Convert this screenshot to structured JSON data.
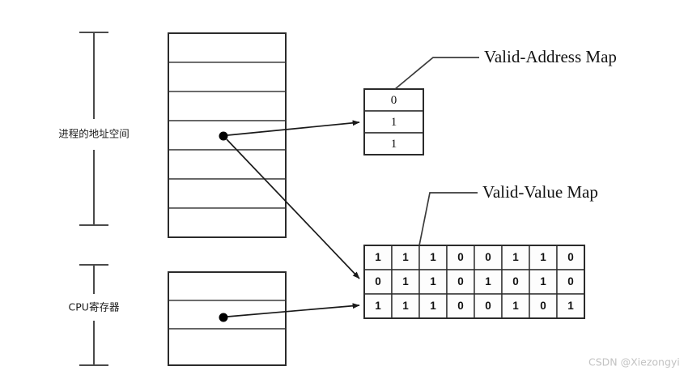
{
  "diagram": {
    "title_labels": {
      "valid_address_map": "Valid-Address Map",
      "valid_value_map": "Valid-Value Map"
    },
    "region_labels": {
      "address_space": "进程的地址空间",
      "cpu_registers": "CPU寄存器"
    },
    "address_space_block": {
      "row_count": 7,
      "marked_row_index": 3
    },
    "cpu_register_block": {
      "row_count": 3,
      "marked_row_index": 1
    },
    "valid_address_map": {
      "rows": [
        "0",
        "1",
        "1"
      ],
      "arrow_target_row_index": 1
    },
    "valid_value_map": {
      "columns": 8,
      "rows": [
        [
          "1",
          "1",
          "1",
          "0",
          "0",
          "1",
          "1",
          "0"
        ],
        [
          "0",
          "1",
          "1",
          "0",
          "1",
          "0",
          "1",
          "0"
        ],
        [
          "1",
          "1",
          "1",
          "0",
          "0",
          "1",
          "0",
          "1"
        ]
      ],
      "arrow_target_row_indices": [
        1,
        2
      ]
    },
    "colors": {
      "background": "#ffffff",
      "stroke": "#2b2b2b",
      "text": "#111111",
      "watermark": "#c2c2c2"
    }
  },
  "watermark": {
    "text": "CSDN @Xiezongyi"
  }
}
